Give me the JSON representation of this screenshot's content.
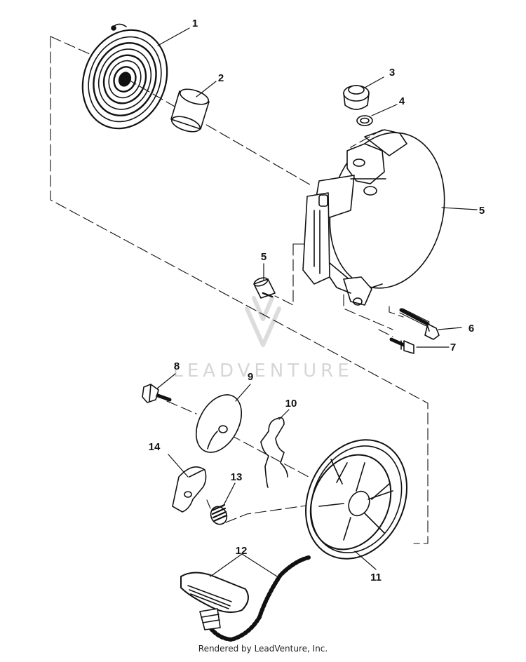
{
  "diagram": {
    "callouts": [
      "1",
      "2",
      "3",
      "4",
      "5",
      "5",
      "6",
      "7",
      "8",
      "9",
      "10",
      "11",
      "12",
      "13",
      "14"
    ],
    "watermark": "LEADVENTURE"
  },
  "footer": "Rendered by LeadVenture, Inc."
}
